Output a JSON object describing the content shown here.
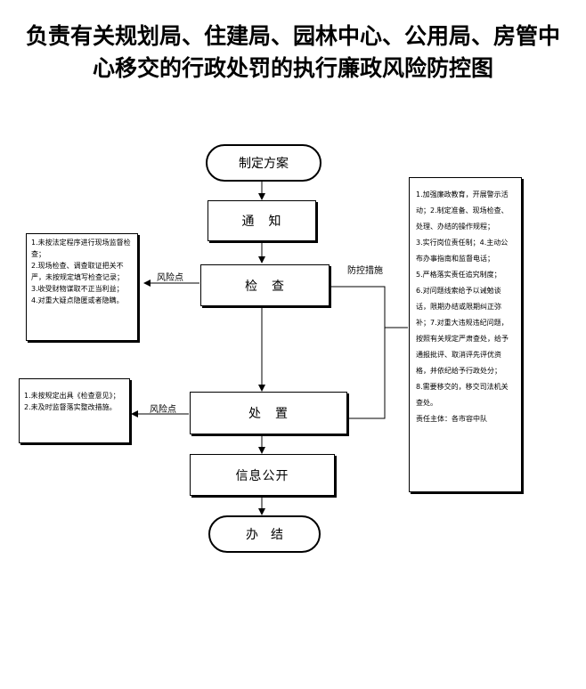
{
  "title": {
    "line1": "负责有关规划局、住建局、园林中心、公用局、房管中",
    "line2": "心移交的行政处罚的执行廉政风险防控图"
  },
  "flow": {
    "start": "制定方案",
    "notify": "通　知",
    "inspect": "检　查",
    "handle": "处　置",
    "publish": "信息公开",
    "finish": "办　结"
  },
  "labels": {
    "risk_point_1": "风险点",
    "risk_point_2": "风险点",
    "control_measures": "防控措施"
  },
  "risks_inspection": [
    "1.未按法定程序进行现场监督检查；",
    "2.现场检查、调查取证把关不严，未按规定填写检查记录；",
    "3.收受财物谋取不正当利益；",
    "4.对重大疑点隐匿或者隐瞒。"
  ],
  "risks_handling": [
    "1.未按规定出具《检查意见》；",
    "2.未及时监督落实整改措施。"
  ],
  "measures": [
    "1.加强廉政教育，开展警示活动；2.制定准备、现场检查、处理、办结的操作规程；",
    "3.实行岗位责任制；4.主动公布办事指南和监督电话；",
    "5.严格落实责任追究制度；",
    "6.对问题线索给予以诫勉谈话，限期办结或限期纠正弥补；7.对重大违规违纪问题，按照有关规定严肃查处，给予通报批评、取消评先评优资格，并依纪给予行政处分；",
    "8.需要移交的，移交司法机关查处。",
    "责任主体：各市容中队"
  ]
}
